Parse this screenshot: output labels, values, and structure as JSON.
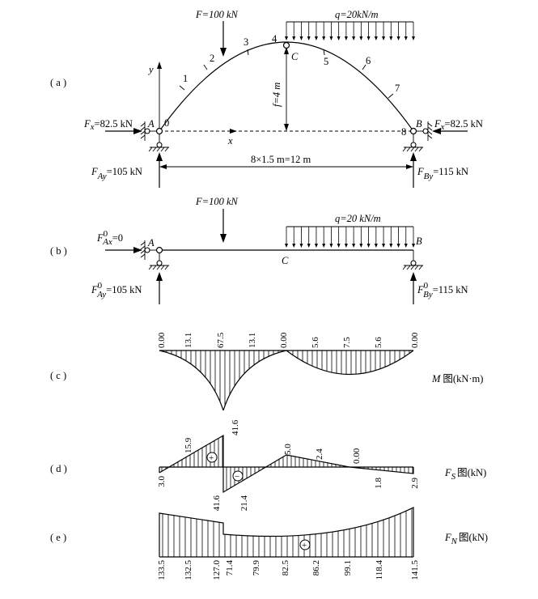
{
  "panels": {
    "a": "( a )",
    "b": "( b )",
    "c": "( c )",
    "d": "( d )",
    "e": "( e )"
  },
  "arch": {
    "load_F": "F=100 kN",
    "load_q": "q=20kN/m",
    "f": "f=4 m",
    "span": "8×1.5 m=12 m",
    "axis_x": "x",
    "axis_y": "y",
    "origin": "0",
    "point_A": "A",
    "point_B": "B",
    "point_C": "C",
    "sections": [
      "1",
      "2",
      "3",
      "4",
      "5",
      "6",
      "7",
      "8"
    ],
    "Fx_left": "F",
    "Fx_left_sub": "x",
    "Fx_left_val": "=82.5 kN",
    "Fx_right": "F",
    "Fx_right_sub": "x",
    "Fx_right_val": "=82.5 kN",
    "FAy": "F",
    "FAy_sub": "Ay",
    "FAy_val": "=105 kN",
    "FBy": "F",
    "FBy_sub": "By",
    "FBy_val": "=115 kN"
  },
  "beam": {
    "load_F": "F=100 kN",
    "load_q": "q=20 kN/m",
    "point_A": "A",
    "point_B": "B",
    "point_C": "C",
    "FAx": "F",
    "FAx_sup": "0",
    "FAx_sub": "Ax",
    "FAx_val": "=0",
    "FAy": "F",
    "FAy_sup": "0",
    "FAy_sub": "Ay",
    "FAy_val": "=105 kN",
    "FBy": "F",
    "FBy_sup": "0",
    "FBy_sub": "By",
    "FBy_val": "=115 kN"
  },
  "moment": {
    "label": "M",
    "label_rest": "图(kN·m)",
    "values": [
      "0.00",
      "13.1",
      "67.5",
      "13.1",
      "0.00",
      "5.6",
      "7.5",
      "5.6",
      "0.00"
    ]
  },
  "shear": {
    "label": "F",
    "label_sub": "S",
    "label_rest": "图(kN)",
    "values": [
      "3.0",
      "15.9",
      "41.6",
      "41.6",
      "21.4",
      "5.0",
      "2.4",
      "0.00",
      "1.8",
      "2.9"
    ],
    "plus": "+",
    "minus": "−"
  },
  "axial": {
    "label": "F",
    "label_sub": "N",
    "label_rest": "图(kN)",
    "values": [
      "133.5",
      "132.5",
      "127.0",
      "71.4",
      "79.9",
      "82.5",
      "86.2",
      "99.1",
      "118.4",
      "141.5"
    ],
    "plus": "+"
  }
}
